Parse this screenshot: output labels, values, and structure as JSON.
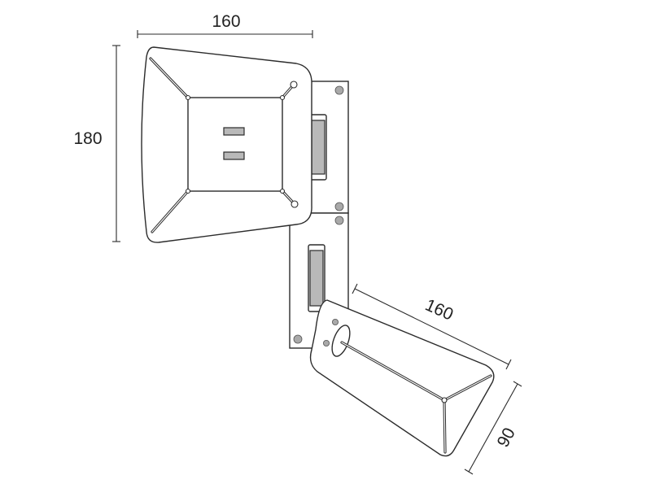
{
  "dimensions": {
    "top_width": "160",
    "left_height": "180",
    "lower_length": "160",
    "lower_depth": "90"
  },
  "colors": {
    "line": "#2b2b2b",
    "slot_fill": "#b9b9b9",
    "screw_fill": "#a9a9a9",
    "background": "#ffffff"
  }
}
